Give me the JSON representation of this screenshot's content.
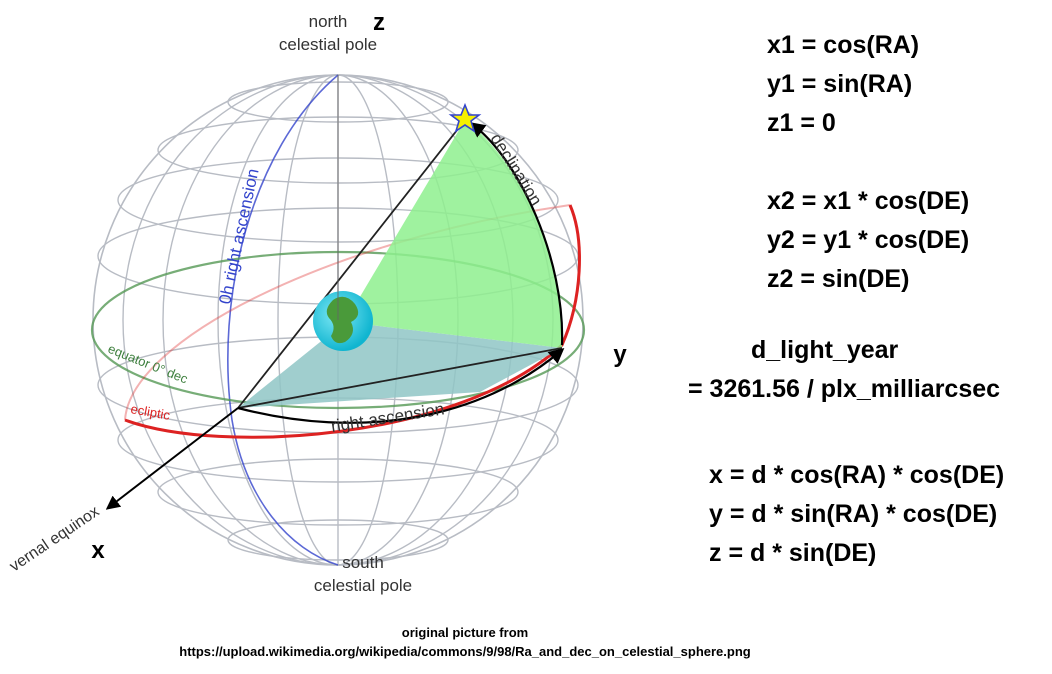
{
  "diagram": {
    "north_pole_line1": "north",
    "north_pole_line2": "celestial pole",
    "south_pole_line1": "south",
    "south_pole_line2": "celestial pole",
    "axis_z": "z",
    "axis_y": "y",
    "axis_x": "x",
    "declination_label": "declination",
    "right_ascension_label": "right ascension",
    "zero_h_label": "0h right ascension",
    "equator_label": "equator  0° dec",
    "ecliptic_label": "ecliptic",
    "vernal_label": "vernal equinox",
    "colors": {
      "ecliptic": "#dd2222",
      "equator": "#559955",
      "zero_h_meridian": "#3344cc",
      "grid": "#b8bcc4",
      "green_sector": "#8ef08e",
      "teal_sector": "#8fc6c6",
      "star": "#f6f000"
    }
  },
  "formulas": {
    "x1": "x1 = cos(RA)",
    "y1": "y1 = sin(RA)",
    "z1": "z1 = 0",
    "x2": "x2 = x1 * cos(DE)",
    "y2": "y2 = y1 * cos(DE)",
    "z2": "z2 = sin(DE)",
    "dly1": "d_light_year",
    "dly2": "= 3261.56 / plx_milliarcsec",
    "x": "x = d * cos(RA) * cos(DE)",
    "y": "y = d * sin(RA) * cos(DE)",
    "z": "z = d * sin(DE)"
  },
  "caption": {
    "line1": "original picture from",
    "line2": "https://upload.wikimedia.org/wikipedia/commons/9/98/Ra_and_dec_on_celestial_sphere.png"
  }
}
